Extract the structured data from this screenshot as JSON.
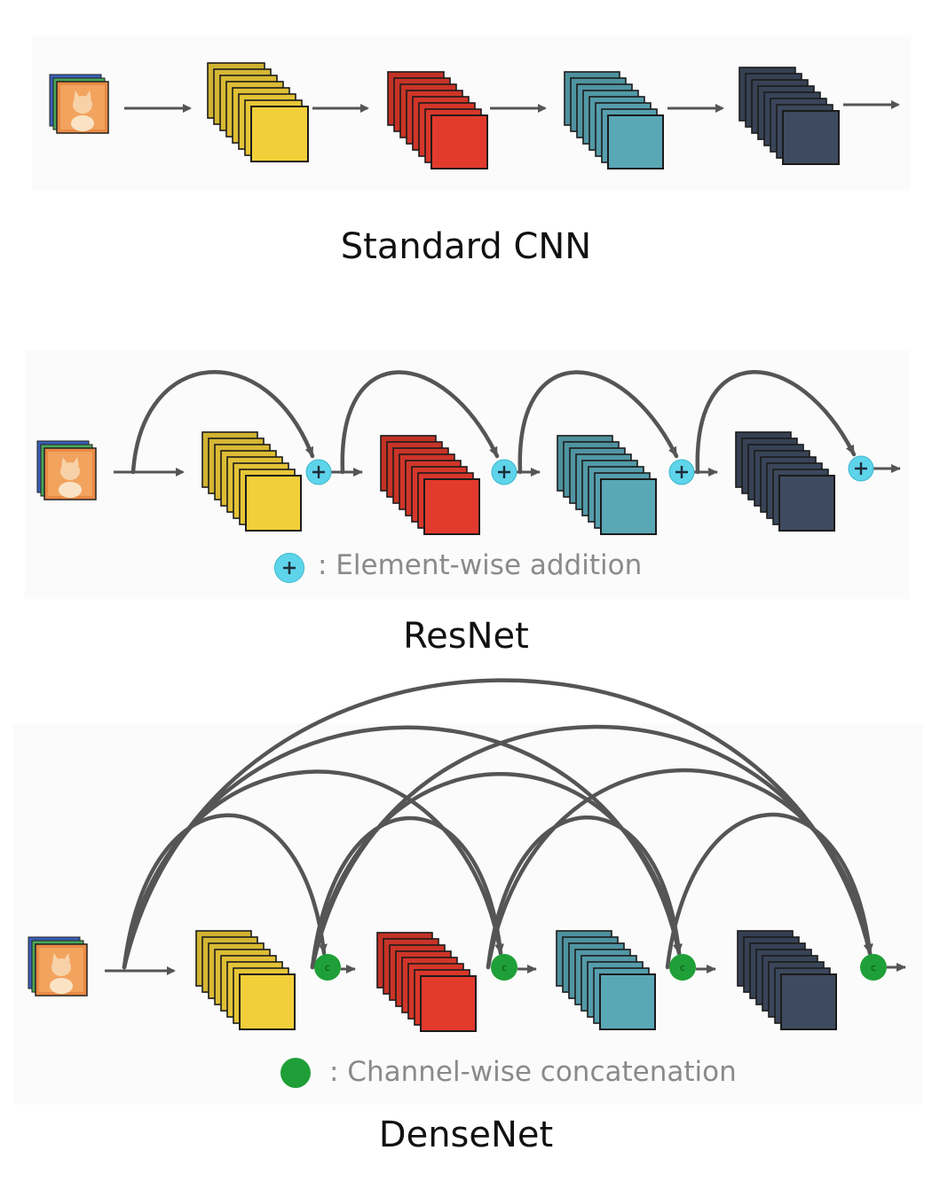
{
  "colors": {
    "yellow": "#f2cf3a",
    "red": "#e23a2c",
    "teal": "#5aa7b6",
    "navy": "#3e4a5f",
    "arrow": "#555555",
    "plus_node": "#5ed4ea",
    "concat_node": "#1f9f37"
  },
  "panels": [
    {
      "id": "standard-cnn",
      "caption": "Standard CNN",
      "block_colors": [
        "yellow",
        "red",
        "teal",
        "navy"
      ],
      "skip": "none",
      "legend": null
    },
    {
      "id": "resnet",
      "caption": "ResNet",
      "block_colors": [
        "yellow",
        "red",
        "teal",
        "navy"
      ],
      "skip": "residual",
      "node_icon": "plus-circle-icon",
      "legend": {
        "icon": "plus-circle-icon",
        "text": ": Element-wise addition"
      }
    },
    {
      "id": "densenet",
      "caption": "DenseNet",
      "block_colors": [
        "yellow",
        "red",
        "teal",
        "navy"
      ],
      "skip": "dense",
      "node_icon": "concat-circle-icon",
      "node_letter": "c",
      "legend": {
        "icon": "concat-circle-icon",
        "text": ": Channel-wise concatenation"
      }
    }
  ]
}
